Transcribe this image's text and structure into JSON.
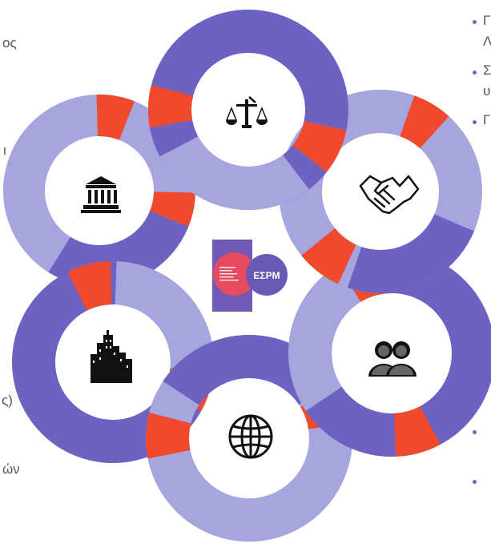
{
  "colors": {
    "light_purple": "#a7a5dd",
    "dark_purple": "#6b62c2",
    "red": "#f04a2e",
    "hub_pink": "#e64a5e",
    "hub_violet": "#6f5ab8",
    "bullet": "#6b68c8",
    "icon": "#111111"
  },
  "left_text_fragments": {
    "f1": "ος",
    "f2": "ι",
    "f3": "ς)",
    "f4": "ών"
  },
  "right_text_fragments": {
    "r1": "Γ",
    "r2": "Λ",
    "r3": "Σ",
    "r4": "υ",
    "r5": "Γ"
  },
  "logo": {
    "acronym": "ΕΣΡΜ"
  },
  "icons": {
    "top": "scales-of-justice-icon",
    "upper_left": "courthouse-icon",
    "upper_right": "handshake-icon",
    "lower_left": "city-buildings-icon",
    "lower_right": "people-icon",
    "bottom": "globe-icon"
  }
}
